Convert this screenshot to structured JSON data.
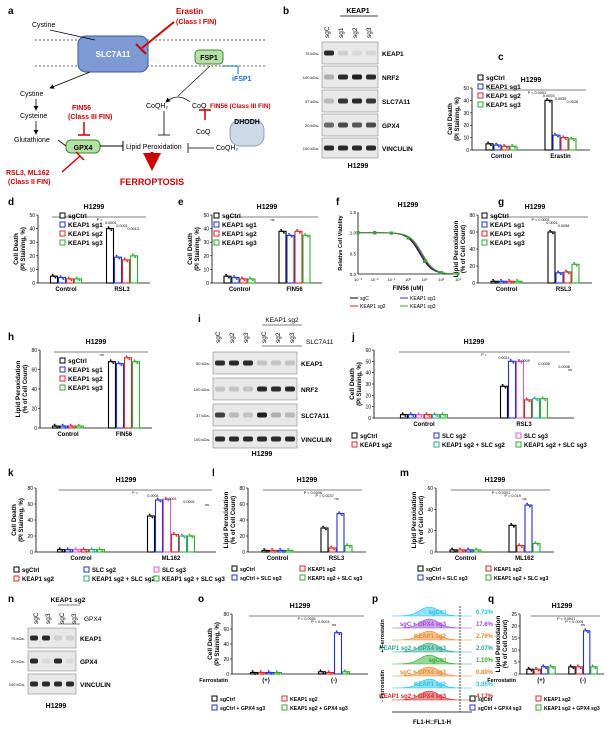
{
  "panel_letters": {
    "a": "a",
    "b": "b",
    "c": "c",
    "d": "d",
    "e": "e",
    "f": "f",
    "g": "g",
    "h": "h",
    "i": "i",
    "j": "j",
    "k": "k",
    "l": "l",
    "m": "m",
    "n": "n",
    "o": "o",
    "p": "p",
    "q": "q"
  },
  "pathway": {
    "cystine_out": "Cystine",
    "slc7a11": "SLC7A11",
    "erastin": "Erastin",
    "erastin_class": "(Class I FIN)",
    "fsp1": "FSP1",
    "ifsp1": "iFSP1",
    "cystine_in": "Cystine",
    "cysteine": "Cysteine",
    "glutathione": "Glutathione",
    "fin56": "FIN56",
    "fin56_class": "(Class III FIN)",
    "coqh2": "CoQH₂",
    "coq": "CoQ",
    "fin56_b": "FIN56 (Class III FIN)",
    "coq2": "CoQ",
    "dhodh": "DHODH",
    "gpx4": "GPX4",
    "lipid_perox": "Lipid Peroxidation",
    "coqh2_b": "CoQH₂",
    "rsl3": "RSL3, ML162",
    "rsl3_class": "(Class II FIN)",
    "ferroptosis": "FERROPTOSIS"
  },
  "blot_b": {
    "group": "KEAP1",
    "lanes": [
      "sgC",
      "sg1",
      "sg2",
      "sg3"
    ],
    "proteins": [
      "KEAP1",
      "NRF2",
      "SLC7A11",
      "GPX4",
      "VINCULIN"
    ],
    "markers": [
      "75 kDa-",
      "100 kDa-",
      "37 kDa-",
      "20 kDa-",
      "100 kDa-"
    ],
    "cell": "H1299"
  },
  "blot_i": {
    "lanes": [
      "sgC",
      "sg2",
      "sg3",
      "sgC",
      "sg2",
      "sg3"
    ],
    "group": "KEAP1 sg2",
    "sub": "SLC7A11",
    "proteins": [
      "KEAP1",
      "NRF2",
      "SLC7A11",
      "VINCULIN"
    ],
    "markers": [
      "50 kDa-",
      "100 kDa-",
      "37 kDa-",
      "100 kDa-"
    ],
    "cell": "H1299"
  },
  "blot_n": {
    "group": "KEAP1 sg2",
    "lanes": [
      "sgC",
      "sg3",
      "sgC",
      "sg3"
    ],
    "sub": "GPX4",
    "proteins": [
      "KEAP1",
      "GPX4",
      "VINCULIN"
    ],
    "markers": [
      "75 kDa-",
      "20 kDa-",
      "100 kDa-"
    ],
    "cell": "H1299"
  },
  "legend_sets": {
    "keap": [
      "sgCtrl",
      "KEAP1 sg1",
      "KEAP1 sg2",
      "KEAP1 sg3"
    ],
    "slc6": [
      "sgCtrl",
      "SLC sg2",
      "SLC sg3",
      "KEAP1 sg2",
      "KEAP1 sg2 + SLC sg2",
      "KEAP1 sg2 + SLC sg3"
    ],
    "slc4": [
      "sgCtrl",
      "KEAP1 sg2",
      "sgCtrl + SLC sg3",
      "KEAP1 sg2 + SLC sg3"
    ],
    "gpx4": [
      "sgCtrl",
      "KEAP1 sg2",
      "sgCtrl + GPX4 sg3",
      "KEAP1 sg2 + GPX4 sg3"
    ]
  },
  "chart_data": [
    {
      "panel": "c",
      "type": "bar",
      "title": "H1299",
      "ylabel": "Cell Death (PI Staining, %)",
      "ylim": [
        0,
        50
      ],
      "categories": [
        "Control",
        "Erastin"
      ],
      "series": [
        {
          "name": "sgCtrl",
          "values": [
            5,
            40
          ]
        },
        {
          "name": "KEAP1 sg1",
          "values": [
            4,
            12
          ]
        },
        {
          "name": "KEAP1 sg2",
          "values": [
            3,
            10
          ]
        },
        {
          "name": "KEAP1 sg3",
          "values": [
            3,
            9
          ]
        }
      ],
      "annotations": [
        "P < 0.0001",
        "0.0003",
        "0.0039",
        "0.0028"
      ]
    },
    {
      "panel": "d",
      "type": "bar",
      "title": "H1299",
      "ylabel": "Cell Death (PI Staining, %)",
      "ylim": [
        0,
        50
      ],
      "categories": [
        "Control",
        "RSL3"
      ],
      "series": [
        {
          "name": "sgCtrl",
          "values": [
            5,
            40
          ]
        },
        {
          "name": "KEAP1 sg1",
          "values": [
            4,
            19
          ]
        },
        {
          "name": "KEAP1 sg2",
          "values": [
            3,
            17
          ]
        },
        {
          "name": "KEAP1 sg3",
          "values": [
            3,
            20
          ]
        }
      ],
      "annotations": [
        "P = ",
        "0.0001",
        "0.0001",
        "0.0013"
      ]
    },
    {
      "panel": "e",
      "type": "bar",
      "title": "H1299",
      "ylabel": "Cell Death (PI Staining, %)",
      "ylim": [
        0,
        50
      ],
      "categories": [
        "Control",
        "FIN56"
      ],
      "series": [
        {
          "name": "sgCtrl",
          "values": [
            5,
            38
          ]
        },
        {
          "name": "KEAP1 sg1",
          "values": [
            4,
            35
          ]
        },
        {
          "name": "KEAP1 sg2",
          "values": [
            3,
            38
          ]
        },
        {
          "name": "KEAP1 sg3",
          "values": [
            3,
            35
          ]
        }
      ],
      "annotations": [
        "ns"
      ]
    },
    {
      "panel": "f",
      "type": "line",
      "title": "H1299",
      "ylabel": "Relative Cell Viability",
      "xlabel": "FIN56 (uM)",
      "ylim": [
        0,
        1.5
      ],
      "xticks": [
        "10⁻³",
        "10⁻²",
        "10⁻¹",
        "10⁰",
        "10¹",
        "10²",
        "10³"
      ],
      "yticks": [
        "0.0",
        "0.5",
        "1.0",
        "1.5"
      ],
      "series": [
        {
          "name": "sgC"
        },
        {
          "name": "KEAP1 sg1"
        },
        {
          "name": "KEAP1 sg2"
        },
        {
          "name": "KEAP1 sg3"
        }
      ]
    },
    {
      "panel": "g",
      "type": "bar",
      "title": "H1299",
      "ylabel": "Lipid Peroxidation (% of Cell Count)",
      "ylim": [
        0,
        80
      ],
      "categories": [
        "Control",
        "RSL3"
      ],
      "series": [
        {
          "name": "sgCtrl",
          "values": [
            2,
            60
          ]
        },
        {
          "name": "KEAP1 sg1",
          "values": [
            2,
            12
          ]
        },
        {
          "name": "KEAP1 sg2",
          "values": [
            2,
            13
          ]
        },
        {
          "name": "KEAP1 sg3",
          "values": [
            2,
            22
          ]
        }
      ],
      "annotations": [
        "P < 0.0001",
        "0.0001",
        "0.0058"
      ]
    },
    {
      "panel": "h",
      "type": "bar",
      "title": "H1299",
      "ylabel": "Lipid Peroxidation (% of Cell Count)",
      "ylim": [
        0,
        80
      ],
      "categories": [
        "Control",
        "FIN56"
      ],
      "series": [
        {
          "name": "sgCtrl",
          "values": [
            2,
            68
          ]
        },
        {
          "name": "KEAP1 sg1",
          "values": [
            2,
            66
          ]
        },
        {
          "name": "KEAP1 sg2",
          "values": [
            2,
            72
          ]
        },
        {
          "name": "KEAP1 sg3",
          "values": [
            2,
            68
          ]
        }
      ],
      "annotations": [
        "ns"
      ]
    },
    {
      "panel": "j",
      "type": "bar",
      "title": "H1299",
      "ylabel": "Cell Death (PI Staining, %)",
      "ylim": [
        0,
        60
      ],
      "categories": [
        "Control",
        "RSL3"
      ],
      "series": [
        {
          "name": "sgCtrl",
          "values": [
            3,
            28
          ]
        },
        {
          "name": "SLC sg2",
          "values": [
            3,
            50
          ]
        },
        {
          "name": "SLC sg3",
          "values": [
            3,
            50
          ]
        },
        {
          "name": "KEAP1 sg2",
          "values": [
            3,
            16
          ]
        },
        {
          "name": "KEAP1 sg2 + SLC sg2",
          "values": [
            3,
            17
          ]
        },
        {
          "name": "KEAP1 sg2 + SLC sg3",
          "values": [
            3,
            17
          ]
        }
      ],
      "annotations": [
        "P =",
        "0.0011",
        "0.0009",
        "0.0008",
        "0.0008",
        "ns"
      ]
    },
    {
      "panel": "k",
      "type": "bar",
      "title": "H1299",
      "ylabel": "Cell Death (PI Staining, %)",
      "ylim": [
        0,
        80
      ],
      "categories": [
        "Control",
        "ML162"
      ],
      "series": [
        {
          "name": "sgCtrl",
          "values": [
            3,
            45
          ]
        },
        {
          "name": "SLC sg2",
          "values": [
            3,
            65
          ]
        },
        {
          "name": "SLC sg3",
          "values": [
            3,
            66
          ]
        },
        {
          "name": "KEAP1 sg2",
          "values": [
            3,
            22
          ]
        },
        {
          "name": "KEAP1 sg2 + SLC sg2",
          "values": [
            3,
            20
          ]
        },
        {
          "name": "KEAP1 sg2 + SLC sg3",
          "values": [
            3,
            20
          ]
        }
      ],
      "annotations": [
        "P =",
        "0.0001",
        "0.0001",
        "0.0001",
        "ns"
      ]
    },
    {
      "panel": "l",
      "type": "bar",
      "title": "H1299",
      "ylabel": "Lipid Peroxidation (% of Cell Count)",
      "ylim": [
        0,
        80
      ],
      "categories": [
        "Control",
        "RSL3"
      ],
      "series": [
        {
          "name": "sgCtrl",
          "values": [
            2,
            30
          ]
        },
        {
          "name": "KEAP1 sg2",
          "values": [
            2,
            5
          ]
        },
        {
          "name": "sgCtrl + SLC sg3",
          "values": [
            2,
            48
          ]
        },
        {
          "name": "KEAP1 sg2 + SLC sg3",
          "values": [
            2,
            8
          ]
        }
      ],
      "annotations": [
        "P = 0.0006",
        "P = 0.0237",
        "ns"
      ]
    },
    {
      "panel": "m",
      "type": "bar",
      "title": "H1299",
      "ylabel": "Lipid Peroxidation (% of Cell Count)",
      "ylim": [
        0,
        60
      ],
      "categories": [
        "Control",
        "ML162"
      ],
      "series": [
        {
          "name": "sgCtrl",
          "values": [
            2,
            25
          ]
        },
        {
          "name": "KEAP1 sg2",
          "values": [
            2,
            6
          ]
        },
        {
          "name": "sgCtrl + SLC sg3",
          "values": [
            2,
            44
          ]
        },
        {
          "name": "KEAP1 sg2 + SLC sg3",
          "values": [
            2,
            8
          ]
        }
      ],
      "annotations": [
        "P < 0.0001",
        "P = 0.019",
        "ns"
      ]
    },
    {
      "panel": "o",
      "type": "bar",
      "title": "H1299",
      "ylabel": "Cell Death (PI Staining, %)",
      "ylim": [
        0,
        80
      ],
      "categories": [
        "(+)",
        "(-)"
      ],
      "xprefix": "Ferrostatin",
      "series": [
        {
          "name": "sgCtrl",
          "values": [
            2,
            3
          ]
        },
        {
          "name": "KEAP1 sg2",
          "values": [
            2,
            2
          ]
        },
        {
          "name": "sgCtrl + GPX4 sg3",
          "values": [
            2,
            55
          ]
        },
        {
          "name": "KEAP1 sg2 + GPX4 sg3",
          "values": [
            2,
            3
          ]
        }
      ],
      "annotations": [
        "P < 0.0001",
        "P < 0.0001",
        "ns"
      ]
    },
    {
      "panel": "q",
      "type": "bar",
      "title": "H1299",
      "ylabel": "Lipid Peroxidation (% of Cell Count)",
      "ylim": [
        0,
        25
      ],
      "categories": [
        "(+)",
        "(-)"
      ],
      "xprefix": "Ferrostatin",
      "series": [
        {
          "name": "sgCtrl",
          "values": [
            2,
            3
          ]
        },
        {
          "name": "KEAP1 sg2",
          "values": [
            2,
            3
          ]
        },
        {
          "name": "sgCtrl + GPX4 sg3",
          "values": [
            3,
            18
          ]
        },
        {
          "name": "KEAP1 sg2 + GPX4 sg3",
          "values": [
            3,
            3
          ]
        }
      ],
      "annotations": [
        "P < 0.0001",
        "P < 0.0001",
        "ns"
      ]
    },
    {
      "panel": "p",
      "type": "table",
      "xlabel": "FL1-H::FL1-H",
      "side_labels": [
        "+ Ferrostatin",
        "- Ferrostatin"
      ],
      "rows": [
        {
          "label": "sgCtrl",
          "value": "0.73%"
        },
        {
          "label": "sgC + GPX4 sg3",
          "value": "17.6%"
        },
        {
          "label": "KEAP1 sg2",
          "value": "2.79%"
        },
        {
          "label": "KEAP1 sg2 + GPX4 sg3",
          "value": "2.07%"
        },
        {
          "label": "sgCtrl",
          "value": "1.10%"
        },
        {
          "label": "sgC + GPX4 sg3",
          "value": "0.89%"
        },
        {
          "label": "KEAP1 sg2",
          "value": "3.06%"
        },
        {
          "label": "KEAP1 sg2 + GPX4 sg3",
          "value": "4.17%"
        }
      ]
    }
  ],
  "colors": {
    "black": "#000000",
    "blue": "#2233cc",
    "red": "#d42a2a",
    "green": "#33aa33",
    "pink": "#e060c0",
    "teal": "#2aa88a",
    "violet": "#9b4dd6",
    "orange": "#e88a2e",
    "cyan": "#22c4e6"
  }
}
